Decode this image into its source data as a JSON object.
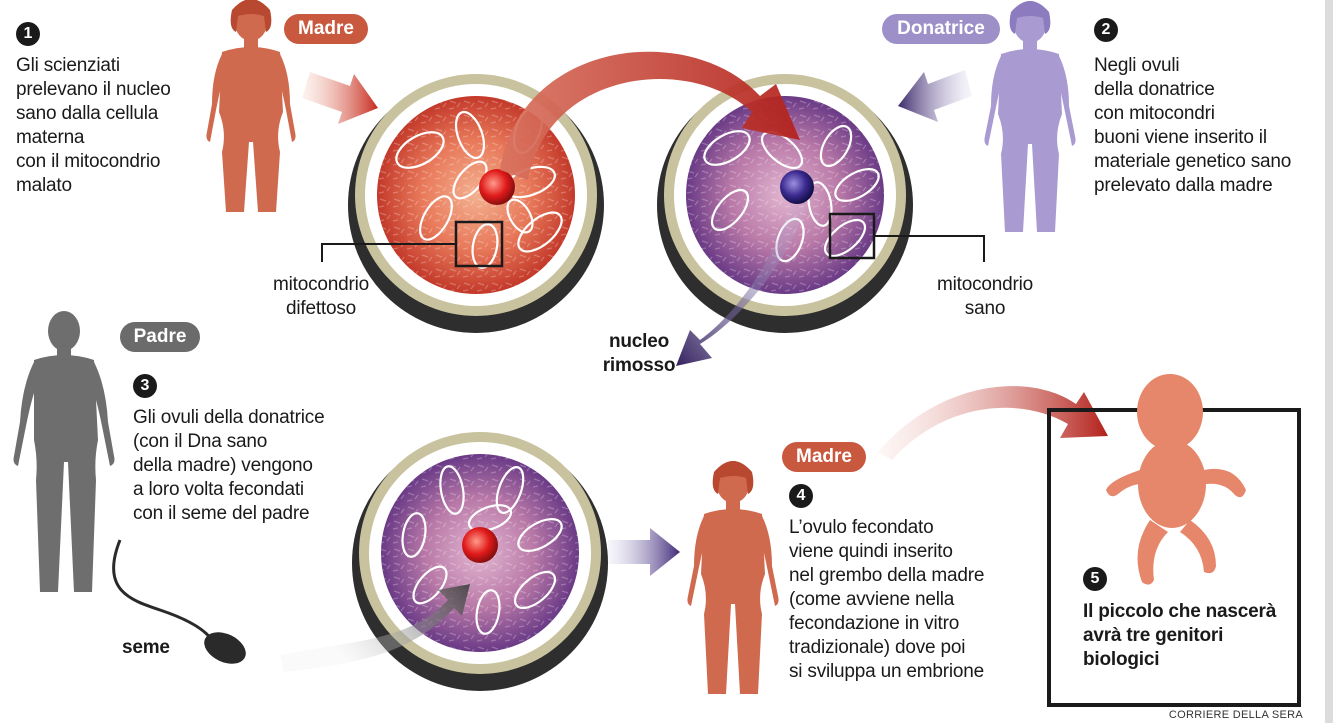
{
  "step1": {
    "number": "1",
    "label": "Madre",
    "text": "Gli scienziati\nprelevano il nucleo\nsano dalla cellula\nmaterna\ncon il mitocondrio\nmalato"
  },
  "step2": {
    "number": "2",
    "label": "Donatrice",
    "text": "Negli ovuli\ndella donatrice\ncon mitocondri\nbuoni viene inserito il\nmateriale genetico sano\nprelevato dalla madre"
  },
  "step3": {
    "number": "3",
    "label": "Padre",
    "text": "Gli ovuli della donatrice\n(con il Dna sano\ndella madre) vengono\na loro volta fecondati\ncon il seme del padre"
  },
  "step4": {
    "number": "4",
    "label": "Madre",
    "text": "L’ovulo fecondato\nviene quindi inserito\nnel grembo della madre\n(come avviene nella\nfecondazione in vitro\ntradizionale) dove poi\nsi sviluppa un embrione"
  },
  "step5": {
    "number": "5",
    "text": "Il piccolo che nascerà\navrà tre genitori\nbiologici"
  },
  "labels": {
    "defective": "mitocondrio\ndifettoso",
    "healthy": "mitocondrio\nsano",
    "removed": "nucleo\nrimosso",
    "sperm": "seme"
  },
  "credit": "CORRIERE DELLA SERA",
  "colors": {
    "mother": "#c8583e",
    "donor": "#9d8fc8",
    "father": "#6b6b6b",
    "red_arrow": "#c62a1e",
    "purple_arrow": "#3d2a6b",
    "ink": "#1a1a1a"
  },
  "icons": [
    "mother-figure-icon",
    "donor-figure-icon",
    "father-figure-icon",
    "baby-icon",
    "sperm-icon"
  ]
}
